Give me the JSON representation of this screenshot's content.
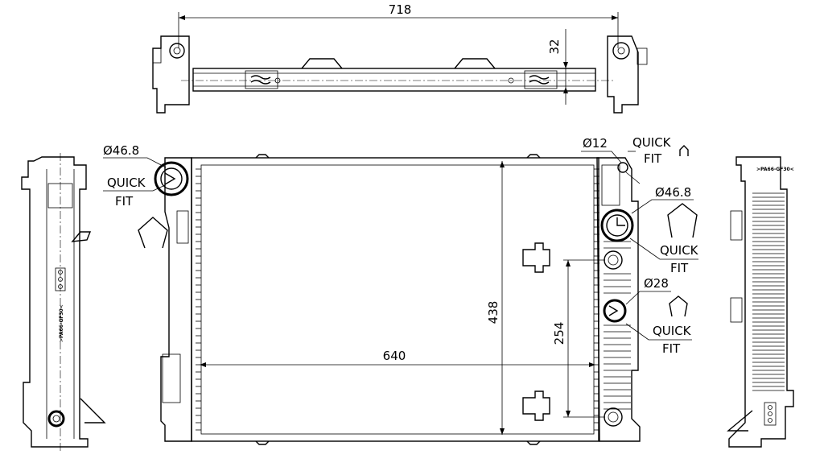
{
  "drawing": {
    "top_view": {
      "width_dim": "718",
      "height_dim": "32"
    },
    "front_view": {
      "core_width_dim": "640",
      "core_height_dim": "438",
      "port_spacing_dim": "254",
      "left_inlet": {
        "diameter": "Ø46.8",
        "fit_line1": "QUICK",
        "fit_line2": "FIT"
      },
      "vent_port": {
        "diameter": "Ø12",
        "fit_line1": "QUICK",
        "fit_line2": "FIT"
      },
      "right_outlet": {
        "diameter": "Ø46.8",
        "fit_line1": "QUICK",
        "fit_line2": "FIT"
      },
      "small_port": {
        "diameter": "Ø28",
        "fit_line1": "QUICK",
        "fit_line2": "FIT"
      }
    },
    "side_views": {
      "material_mark_left": ">PA66-GF30<",
      "material_mark_right": ">PA66-GF30<"
    },
    "icons": [
      "quick-fit-clip-icon"
    ]
  }
}
